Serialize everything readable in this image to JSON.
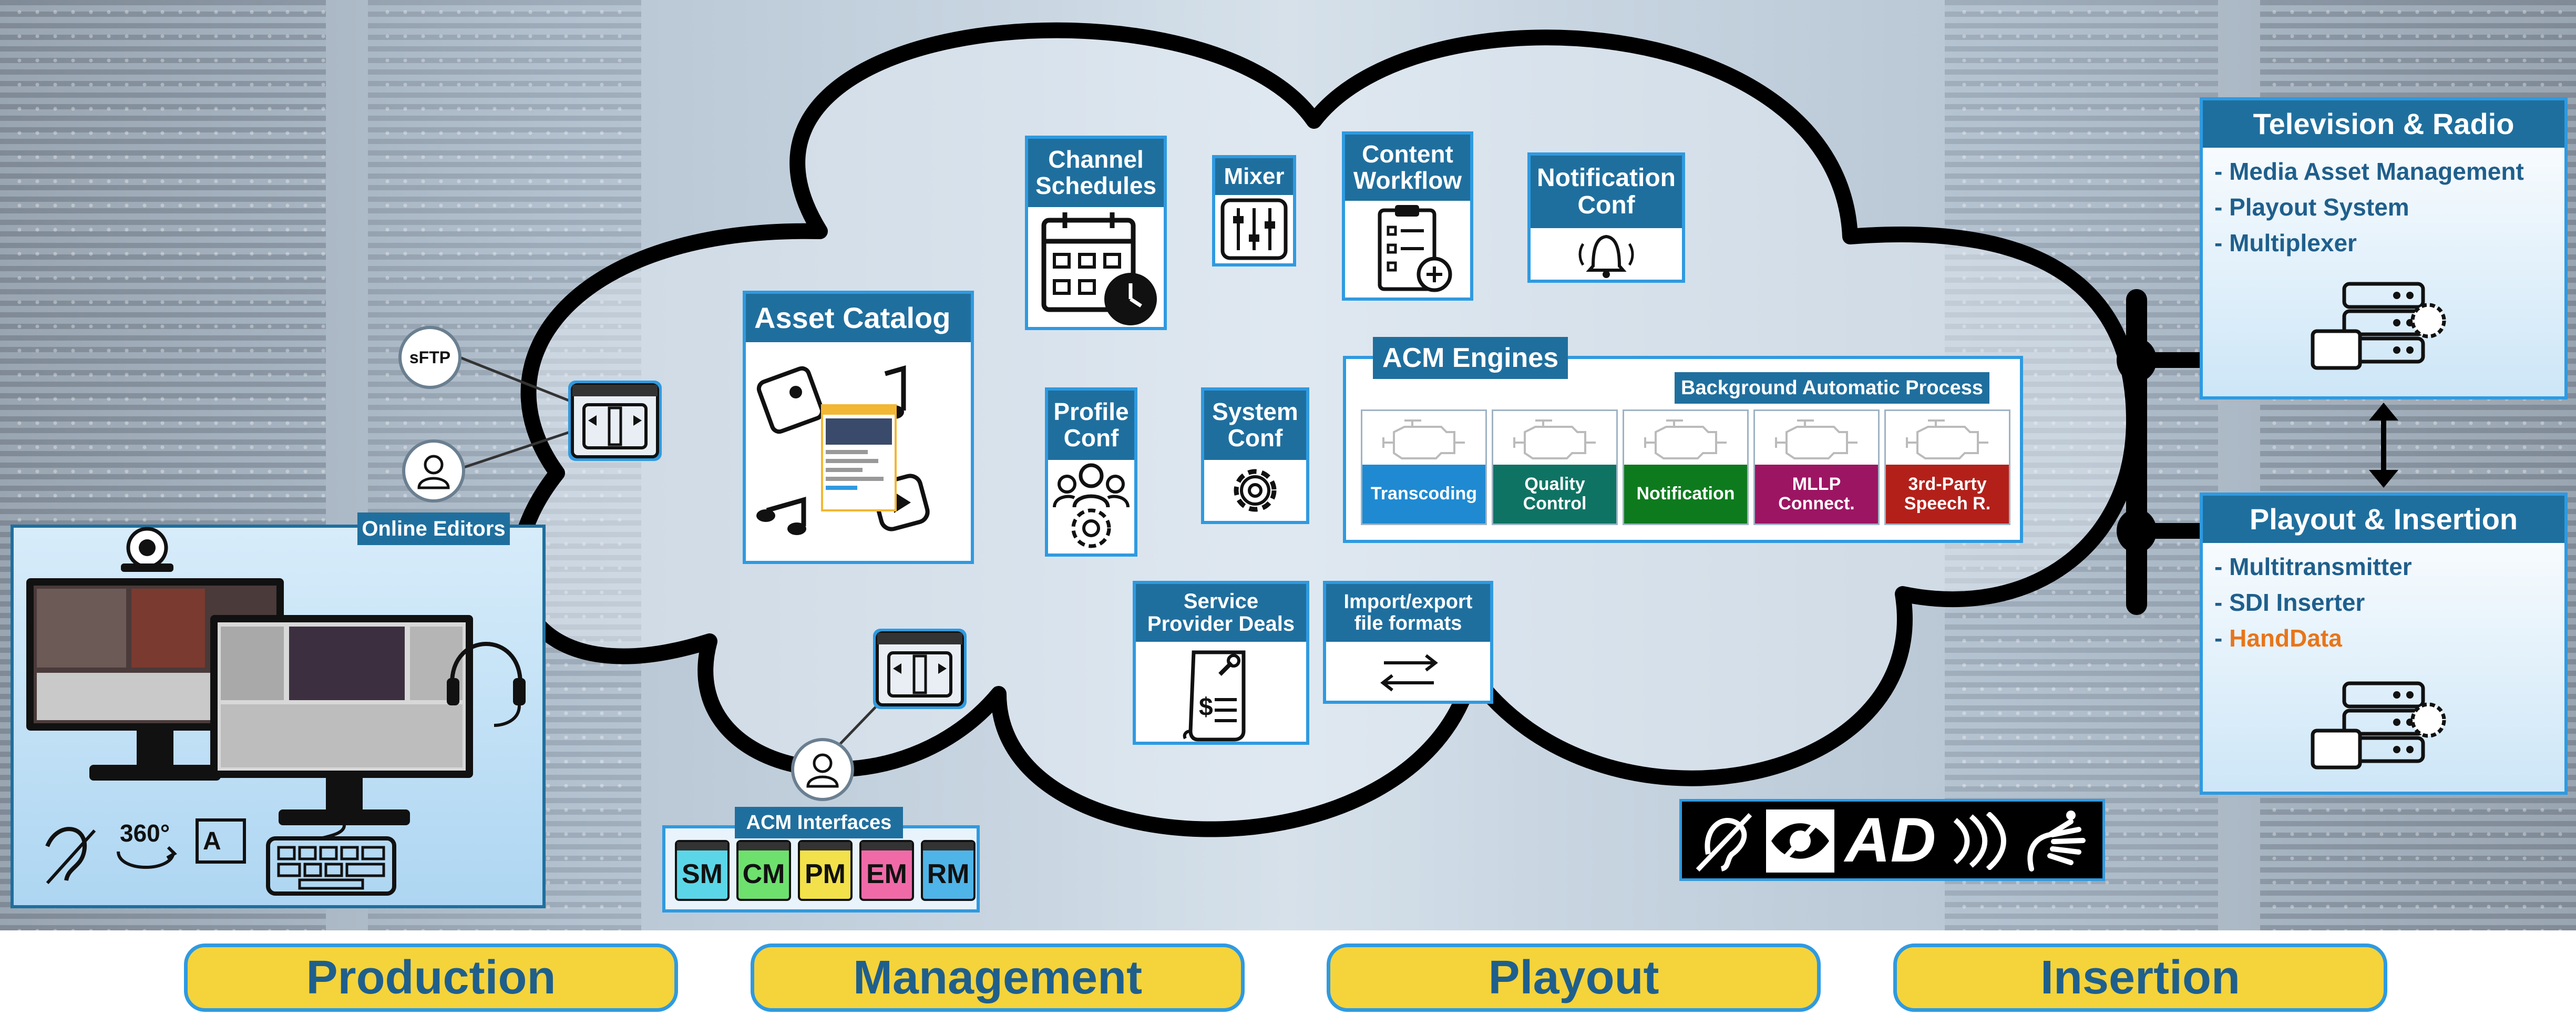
{
  "cloud": {
    "channel_schedules": "Channel\nSchedules",
    "mixer": "Mixer",
    "content_workflow": "Content\nWorkflow",
    "notification_conf": "Notification\nConf",
    "asset_catalog": "Asset Catalog",
    "profile_conf": "Profile\nConf",
    "system_conf": "System\nConf",
    "service_provider_deals": "Service\nProvider Deals",
    "import_export": "Import/export\nfile formats",
    "acm_engines": {
      "title": "ACM Engines",
      "subtitle": "Background Automatic Process",
      "engines": [
        {
          "label": "Transcoding",
          "color": "#1f8ad2"
        },
        {
          "label": "Quality\nControl",
          "color": "#0f7364"
        },
        {
          "label": "Notification",
          "color": "#0e7a1e"
        },
        {
          "label": "MLLP\nConnect.",
          "color": "#9c1563"
        },
        {
          "label": "3rd-Party\nSpeech R.",
          "color": "#b3201a"
        }
      ]
    }
  },
  "left": {
    "sftp": "sFTP",
    "online_editors": "Online Editors",
    "degrees": "360°",
    "acm_interfaces": "ACM Interfaces",
    "interfaces": [
      {
        "label": "SM",
        "color": "#5bd6e8"
      },
      {
        "label": "CM",
        "color": "#6ee06e"
      },
      {
        "label": "PM",
        "color": "#f2e14a"
      },
      {
        "label": "EM",
        "color": "#f06aa8"
      },
      {
        "label": "RM",
        "color": "#4fb4e8"
      }
    ]
  },
  "right": {
    "tv_radio": {
      "title": "Television & Radio",
      "items": [
        "- Media Asset Management",
        "- Playout System",
        "- Multiplexer"
      ]
    },
    "playout_insertion": {
      "title": "Playout & Insertion",
      "items": [
        "- Multitransmitter",
        "- SDI Inserter"
      ],
      "highlight_prefix": "- ",
      "highlight": "HandData",
      "highlight_color": "#e8751a"
    }
  },
  "accessibility": {
    "ad": "AD"
  },
  "stages": [
    "Production",
    "Management",
    "Playout",
    "Insertion"
  ],
  "colors": {
    "accent": "#2f9ae0",
    "header": "#1f6f9e",
    "stage_fill": "#f5d33b"
  }
}
